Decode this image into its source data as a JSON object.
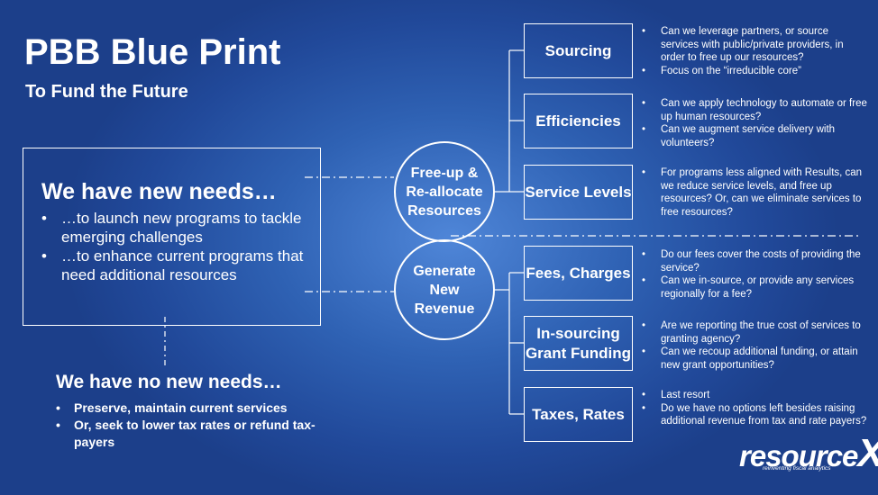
{
  "title": "PBB Blue Print",
  "subtitle": "To Fund the Future",
  "new_needs": {
    "heading": "We have new needs…",
    "items": [
      {
        "pre": "…to launch ",
        "strong": "new programs",
        "post": " to tackle emerging challenges"
      },
      {
        "pre": "…to ",
        "strong": "enhance current programs",
        "post": " that need additional resources"
      }
    ]
  },
  "no_new_needs": {
    "heading": "We have no new needs…",
    "items": [
      "Preserve, maintain current services",
      "Or, seek to lower tax rates or refund tax-payers"
    ]
  },
  "circles": {
    "reallocate": [
      "Free-up &",
      "Re-allocate",
      "Resources"
    ],
    "revenue": [
      "Generate",
      "New",
      "Revenue"
    ]
  },
  "strategies": [
    {
      "label": [
        "Sourcing"
      ],
      "bullets": [
        "Can we leverage partners, or source services with public/private providers, in order to free up our resources?",
        "Focus on the “irreducible core”"
      ]
    },
    {
      "label": [
        "Efficiencies"
      ],
      "bullets": [
        "Can we apply technology to automate or free up human resources?",
        "Can we augment service delivery with volunteers?"
      ]
    },
    {
      "label": [
        "Service Levels"
      ],
      "bullets": [
        "For programs less aligned with Results, can we reduce service levels, and free up resources? Or, can we eliminate services to free resources?"
      ]
    },
    {
      "label": [
        "Fees, Charges"
      ],
      "bullets": [
        "Do our fees cover the costs of providing the service?",
        "Can we in-source, or provide any services regionally for a fee?"
      ]
    },
    {
      "label": [
        "In-sourcing",
        "Grant Funding"
      ],
      "bullets": [
        "Are we reporting the true cost of services to granting agency?",
        "Can we recoup additional funding, or attain new grant opportunities?"
      ]
    },
    {
      "label": [
        "Taxes, Rates"
      ],
      "bullets": [
        "Last resort",
        "Do we have no options left besides raising additional revenue from tax and rate payers?"
      ]
    }
  ],
  "logo": {
    "text": "resource",
    "x": "X",
    "tagline": "reinventing fiscal analytics"
  }
}
